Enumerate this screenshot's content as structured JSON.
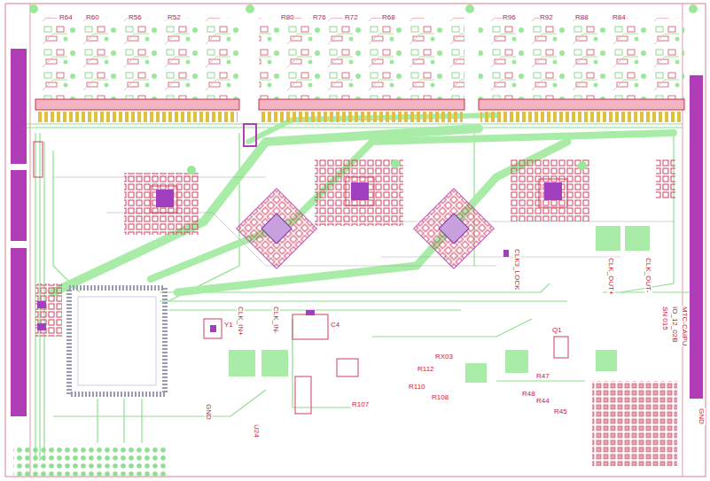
{
  "diagram": {
    "labels": [
      "R64",
      "R60",
      "R56",
      "R52",
      "R80",
      "R76",
      "R72",
      "R68",
      "R96",
      "R92",
      "R88",
      "R84",
      "CLK3_LOCK",
      "CLK_OUT+",
      "CLK_OUT-",
      "CLK_IN+",
      "CLK_IN-",
      "Y1",
      "C4",
      "U24",
      "GND",
      "GND",
      "MTC-CAIPU",
      "IO_12_02B",
      "SN 015",
      "R44",
      "R45",
      "R47",
      "R48",
      "R107",
      "R108",
      "R110",
      "R112",
      "RX03",
      "Q1"
    ]
  }
}
